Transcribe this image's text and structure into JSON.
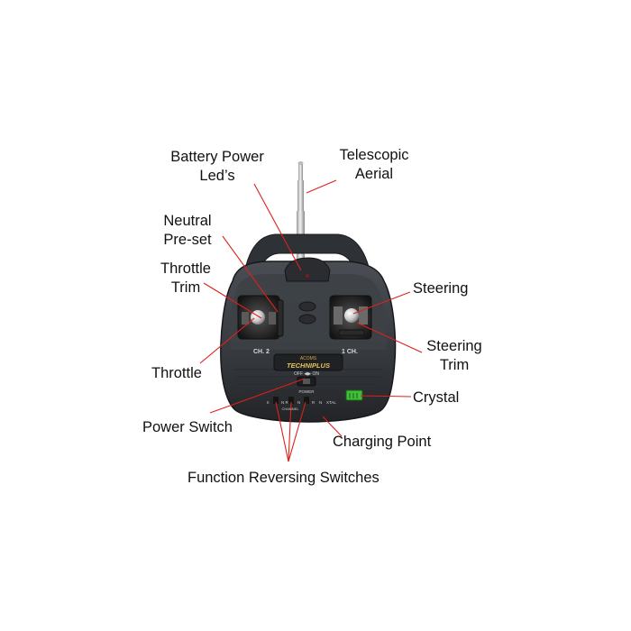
{
  "labels": {
    "battery_power_leds": [
      "Battery Power",
      "Led’s"
    ],
    "telescopic_aerial": [
      "Telescopic",
      "Aerial"
    ],
    "neutral_preset": [
      "Neutral",
      "Pre-set"
    ],
    "throttle_trim": [
      "Throttle",
      "Trim"
    ],
    "steering": "Steering",
    "throttle": "Throttle",
    "steering_trim": [
      "Steering",
      "Trim"
    ],
    "crystal": "Crystal",
    "power_switch": "Power Switch",
    "charging_point": "Charging Point",
    "function_reversing_switches": "Function Reversing Switches"
  },
  "device": {
    "ch2": "CH. 2",
    "ch1": "1 CH.",
    "brand_top": "ACOMS",
    "brand": "TECHNIPLUS",
    "off_on": "OFF ◀▶ ON",
    "power": "POWER",
    "channel_marks": [
      "II",
      "N R",
      "N",
      "R",
      "N",
      "XTAL"
    ],
    "channel_label": "CHANNEL"
  },
  "colors": {
    "body": "#3a3d42",
    "body_dark": "#222427",
    "leader": "#e0201c",
    "crystal_led": "#3fbf3a"
  }
}
